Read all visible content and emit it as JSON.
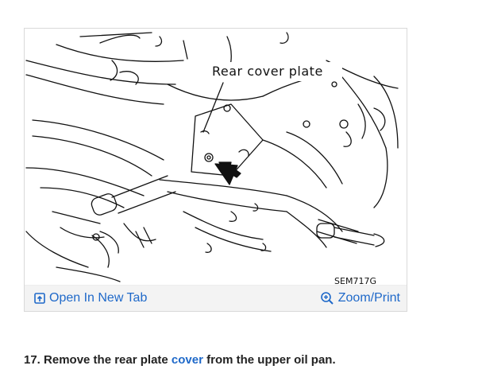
{
  "figure": {
    "callout_label": "Rear cover plate",
    "figure_code": "SEM717G"
  },
  "toolbar": {
    "open_tab_label": "Open In New Tab",
    "zoom_print_label": "Zoom/Print"
  },
  "step": {
    "text_before": "17. Remove the rear plate ",
    "link_text": "cover",
    "text_after": " from the upper oil pan."
  },
  "colors": {
    "link": "#1f69c9",
    "toolbar_bg": "#f3f3f3"
  }
}
